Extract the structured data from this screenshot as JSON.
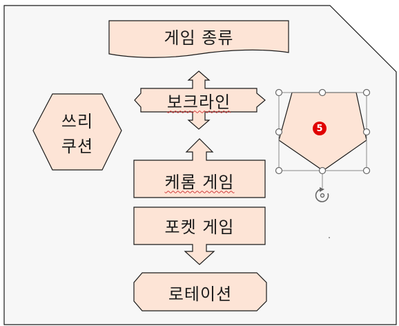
{
  "canvas": {
    "background": "#f7f7f7",
    "border": "#1a1a1a"
  },
  "shapes": {
    "title_banner": {
      "text": "게임 종류"
    },
    "baccarat_arrow": {
      "text": "보크라인"
    },
    "three_cushion_hexagon": {
      "line1": "쓰리",
      "line2": "쿠션"
    },
    "carom_arrow": {
      "text": "케롬 게임"
    },
    "pocket_arrow": {
      "text": "포켓 게임"
    },
    "rotation_octagon": {
      "text": "로테이션"
    }
  },
  "selection": {
    "badge_number": "5",
    "badge_color": "#e00000"
  },
  "style": {
    "fill": "#fde4d6",
    "stroke": "#1a1a1a",
    "handle_color": "#666666"
  },
  "icons": {
    "rotate_handle": "rotate-icon"
  }
}
